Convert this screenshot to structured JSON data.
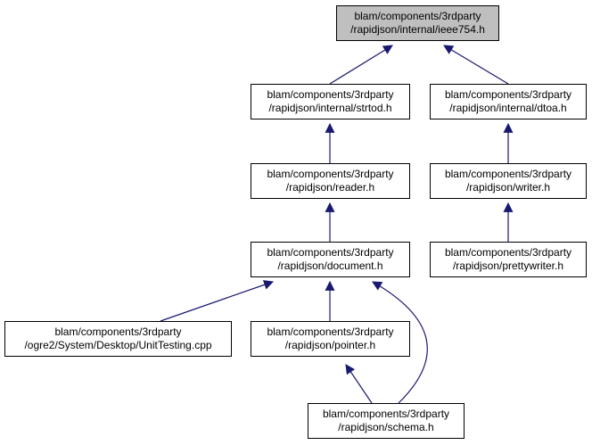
{
  "graph": {
    "edge_color": "#191970",
    "selected_fill": "#bfbfbf",
    "nodes": {
      "ieee754": [
        "blam/components/3rdparty",
        "/rapidjson/internal/ieee754.h"
      ],
      "strtod": [
        "blam/components/3rdparty",
        "/rapidjson/internal/strtod.h"
      ],
      "dtoa": [
        "blam/components/3rdparty",
        "/rapidjson/internal/dtoa.h"
      ],
      "reader": [
        "blam/components/3rdparty",
        "/rapidjson/reader.h"
      ],
      "writer": [
        "blam/components/3rdparty",
        "/rapidjson/writer.h"
      ],
      "document": [
        "blam/components/3rdparty",
        "/rapidjson/document.h"
      ],
      "prettywriter": [
        "blam/components/3rdparty",
        "/rapidjson/prettywriter.h"
      ],
      "unittesting": [
        "blam/components/3rdparty",
        "/ogre2/System/Desktop/UnitTesting.cpp"
      ],
      "pointer": [
        "blam/components/3rdparty",
        "/rapidjson/pointer.h"
      ],
      "schema": [
        "blam/components/3rdparty",
        "/rapidjson/schema.h"
      ]
    }
  }
}
